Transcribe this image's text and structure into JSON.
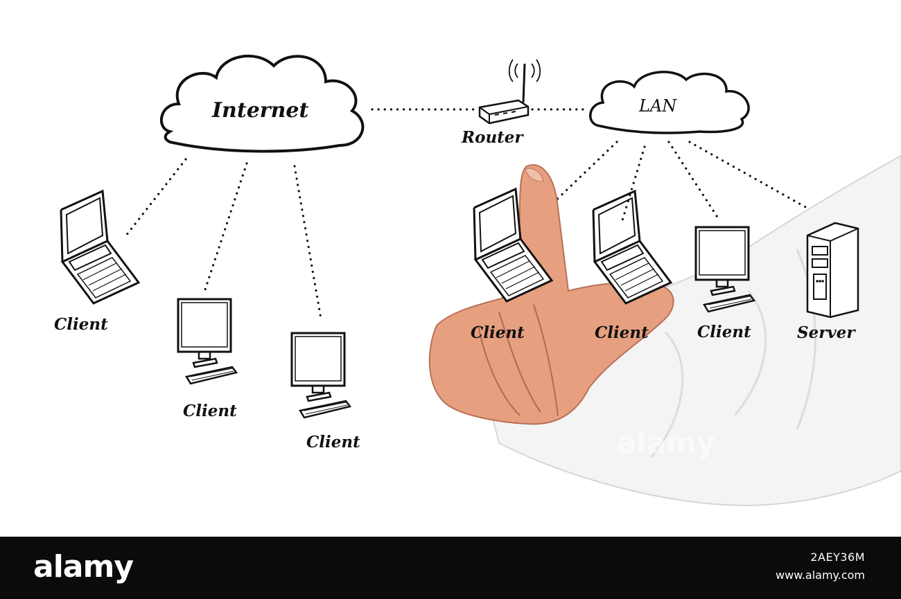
{
  "diagram": {
    "internet_label": "Internet",
    "lan_label": "LAN",
    "router_label": "Router",
    "internet_clients": [
      "Client",
      "Client",
      "Client"
    ],
    "lan_devices": [
      "Client",
      "Client",
      "Client",
      "Server"
    ]
  },
  "footer": {
    "brand": "alamy",
    "image_id": "2AEY36M",
    "url": "www.alamy.com"
  },
  "watermark": "alamy",
  "colors": {
    "line": "#111111",
    "background": "#ffffff",
    "footer_bg": "#0b0b0b",
    "skin": "#e8a27e",
    "shirt": "#f2f2f2"
  }
}
